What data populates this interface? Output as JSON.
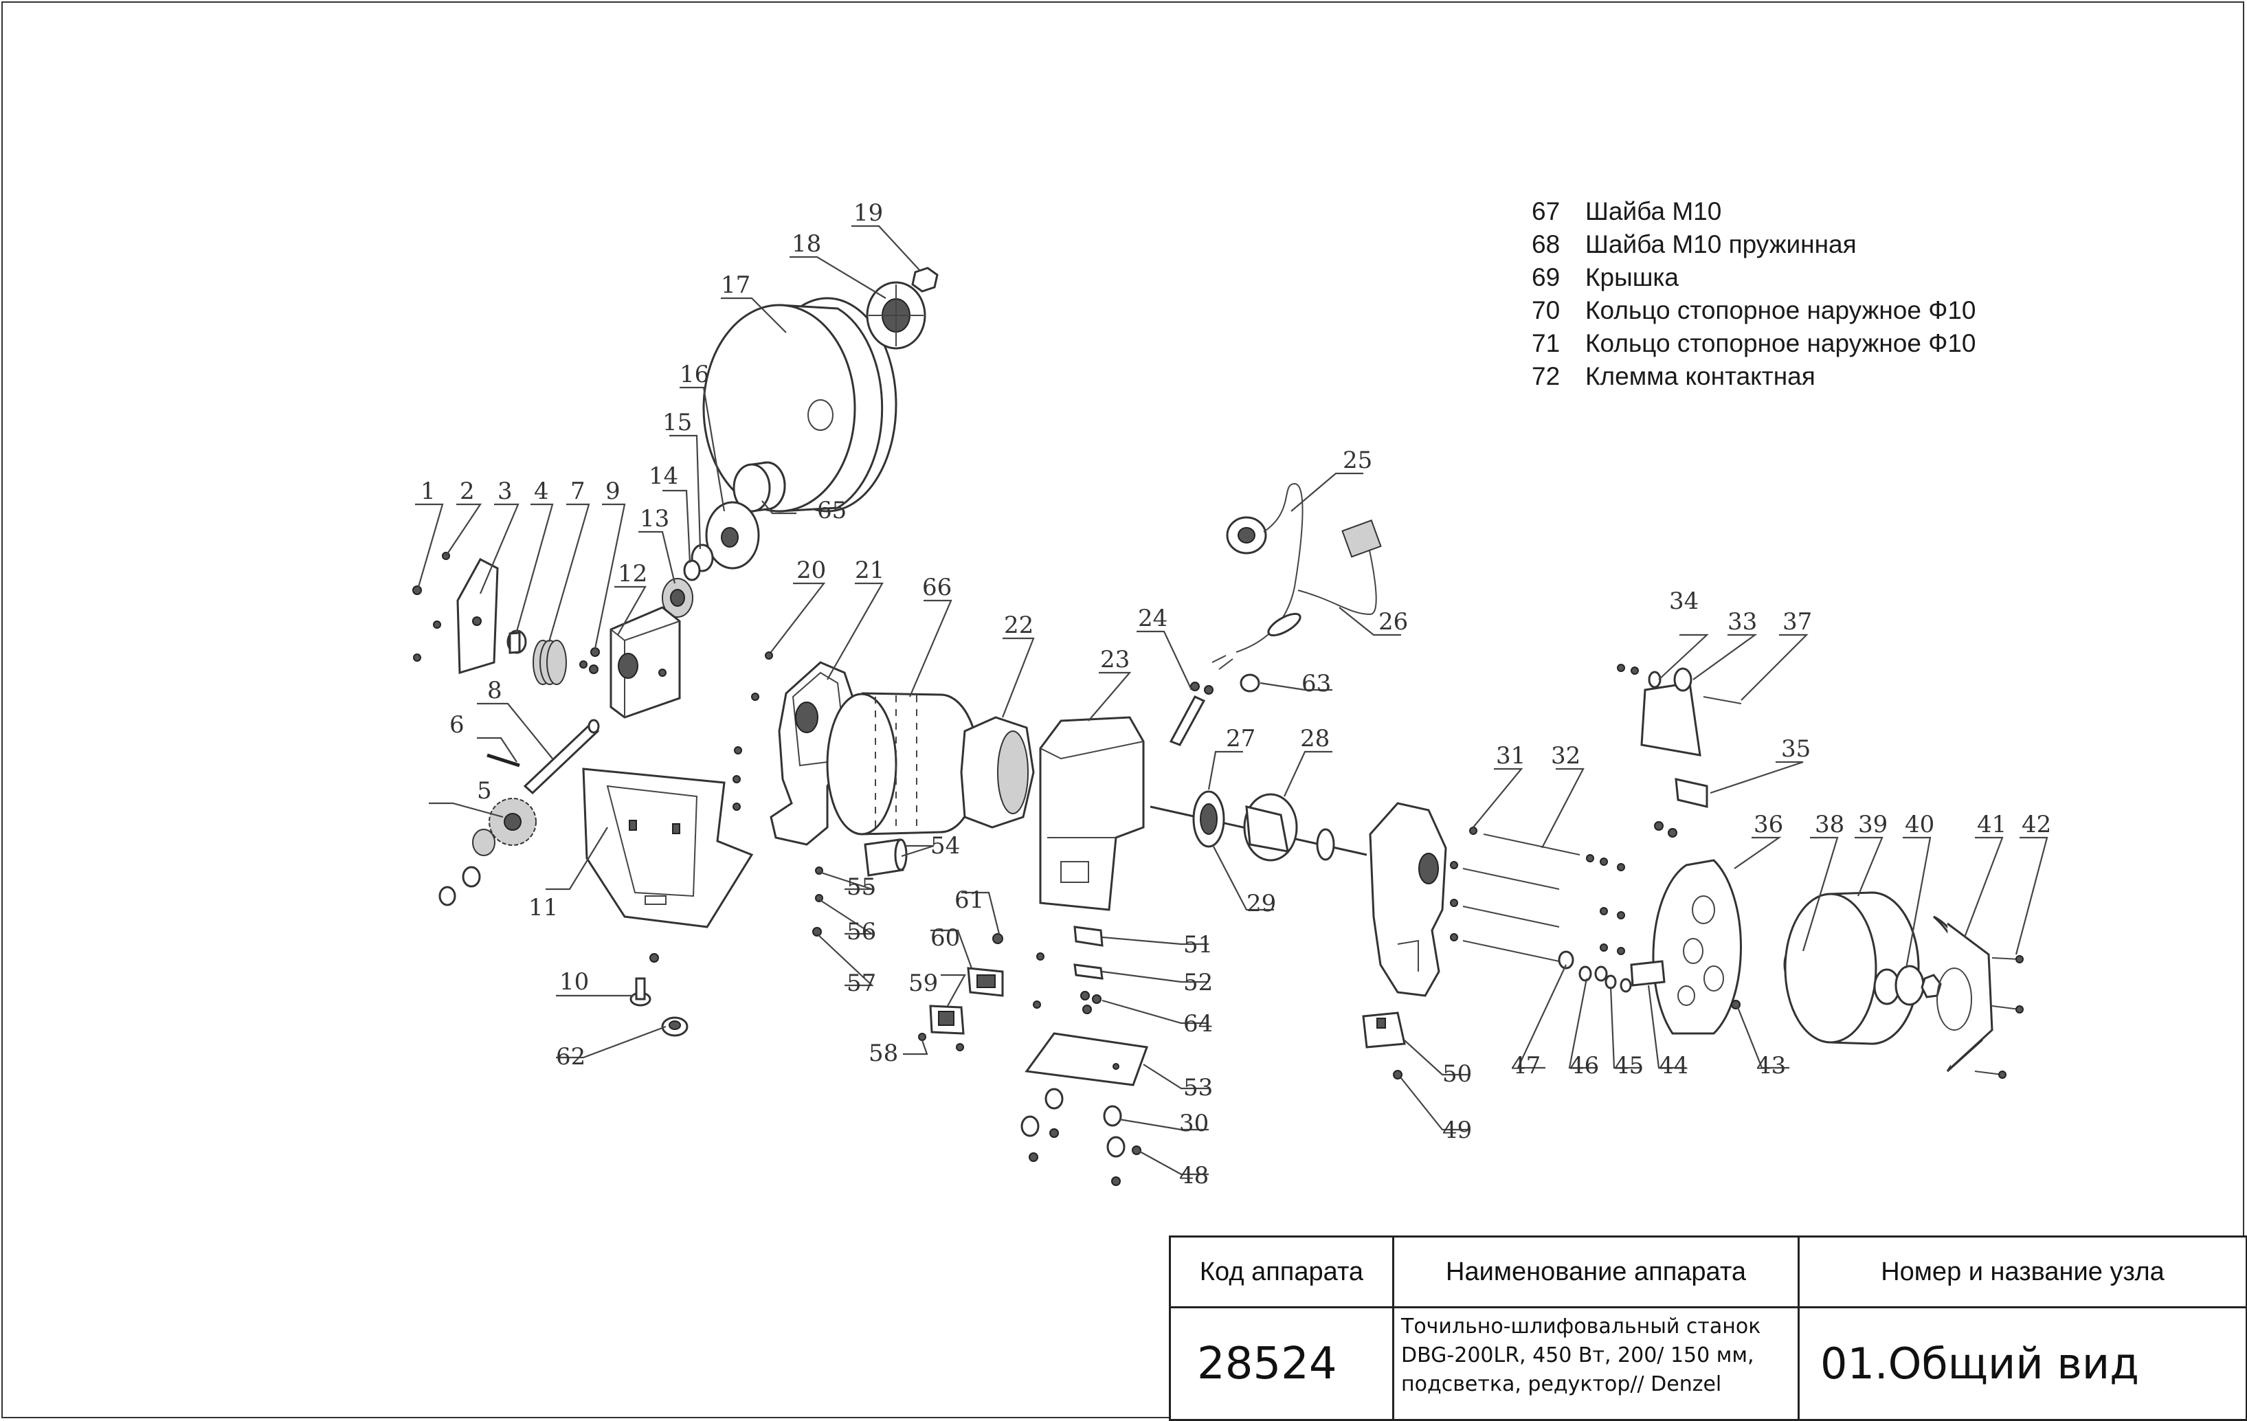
{
  "legend": [
    {
      "num": "67",
      "text": "Шайба М10"
    },
    {
      "num": "68",
      "text": "Шайба М10 пружинная"
    },
    {
      "num": "69",
      "text": "Крышка"
    },
    {
      "num": "70",
      "text": "Кольцо стопорное наружное Ф10"
    },
    {
      "num": "71",
      "text": "Кольцо стопорное наружное Ф10"
    },
    {
      "num": "72",
      "text": "Клемма контактная"
    }
  ],
  "callouts": [
    "1",
    "2",
    "3",
    "4",
    "5",
    "6",
    "7",
    "8",
    "9",
    "10",
    "11",
    "12",
    "13",
    "14",
    "15",
    "16",
    "17",
    "18",
    "19",
    "20",
    "21",
    "22",
    "23",
    "24",
    "25",
    "26",
    "27",
    "28",
    "29",
    "30",
    "31",
    "32",
    "33",
    "34",
    "35",
    "36",
    "37",
    "38",
    "39",
    "40",
    "41",
    "42",
    "43",
    "44",
    "45",
    "46",
    "47",
    "48",
    "49",
    "50",
    "51",
    "52",
    "53",
    "54",
    "55",
    "56",
    "57",
    "58",
    "59",
    "60",
    "61",
    "62",
    "63",
    "64",
    "65",
    "66"
  ],
  "title_block": {
    "header_code": "Код аппарата",
    "header_name": "Наименование аппарата",
    "header_node": "Номер и название узла",
    "code": "28524",
    "name_lines": [
      "Точильно-шлифовальный станок",
      "DBG-200LR, 450 Вт, 200/ 150 мм,",
      "подсветка, редуктор// Denzel"
    ],
    "node": "01.Общий вид"
  }
}
